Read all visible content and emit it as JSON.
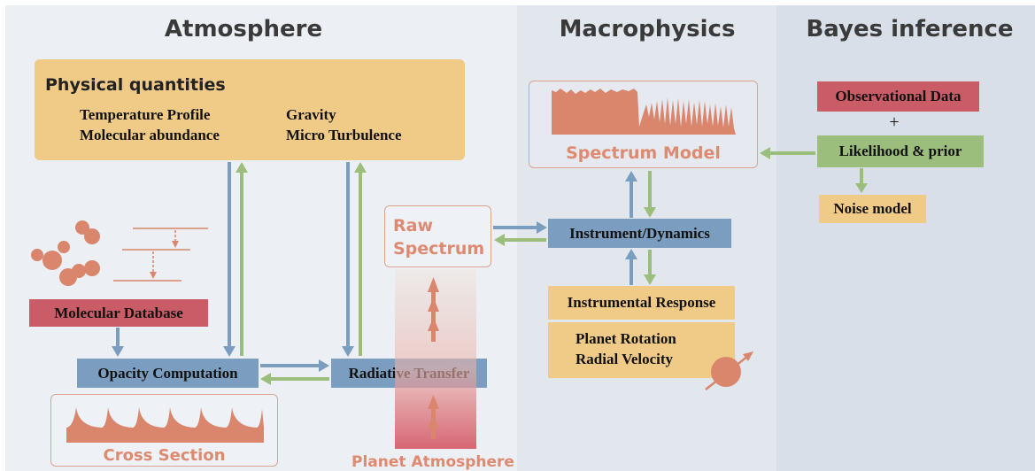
{
  "sections": {
    "atmosphere": "Atmosphere",
    "macrophysics": "Macrophysics",
    "bayes": "Bayes inference"
  },
  "physical_quantities": {
    "heading": "Physical quantities",
    "items": [
      "Temperature Profile",
      "Molecular abundance",
      "Gravity",
      "Micro Turbulence"
    ]
  },
  "atmosphere_boxes": {
    "molecular_database": "Molecular Database",
    "opacity_computation": "Opacity Computation",
    "radiative_transfer": "Radiative Transfer",
    "cross_section": "Cross Section",
    "raw_spectrum_line1": "Raw",
    "raw_spectrum_line2": "Spectrum",
    "planet_atmosphere": "Planet Atmosphere"
  },
  "macro_boxes": {
    "spectrum_model": "Spectrum Model",
    "instrument_dynamics": "Instrument/Dynamics",
    "instrumental_response": "Instrumental Response",
    "planet_rotation": "Planet Rotation",
    "radial_velocity": "Radial Velocity"
  },
  "bayes_boxes": {
    "observational_data": "Observational Data",
    "plus": "+",
    "likelihood_prior": "Likelihood & prior",
    "noise_model": "Noise model"
  },
  "colors": {
    "blue_arrow": "#7b9dc0",
    "green_arrow": "#9cbe7c",
    "salmon": "#de8a70"
  }
}
